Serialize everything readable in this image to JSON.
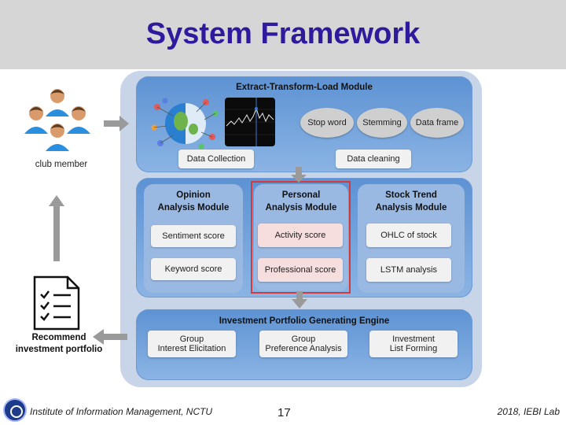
{
  "slide": {
    "title": "System Framework"
  },
  "footer": {
    "institute": "Institute of Information Management, NCTU",
    "page_number": "17",
    "credit": "2018, IEBI Lab"
  },
  "diagram": {
    "left": {
      "club_member_label": "club member",
      "recommend_label_line1": "Recommend",
      "recommend_label_line2": "investment portfolio"
    },
    "etl": {
      "title": "Extract-Transform-Load Module",
      "ovals": [
        "Stop word",
        "Stemming",
        "Data frame"
      ],
      "data_collection": "Data Collection",
      "data_cleaning": "Data cleaning"
    },
    "opinion": {
      "title_line1": "Opinion",
      "title_line2": "Analysis Module",
      "items": [
        "Sentiment score",
        "Keyword score"
      ]
    },
    "personal": {
      "title_line1": "Personal",
      "title_line2": "Analysis Module",
      "items": [
        "Activity score",
        "Professional score"
      ]
    },
    "stock": {
      "title_line1": "Stock Trend",
      "title_line2": "Analysis Module",
      "items": [
        "OHLC of stock",
        "LSTM analysis"
      ]
    },
    "engine": {
      "title": "Investment Portfolio Generating Engine",
      "items": [
        {
          "line1": "Group",
          "line2": "Interest Elicitation"
        },
        {
          "line1": "Group",
          "line2": "Preference Analysis"
        },
        {
          "line1": "Investment",
          "line2": "List Forming"
        }
      ]
    }
  },
  "colors": {
    "title": "#2e1a9c",
    "panel": "#5d92d3",
    "highlight": "#d43a3a",
    "personal_box": "#f6dede"
  }
}
